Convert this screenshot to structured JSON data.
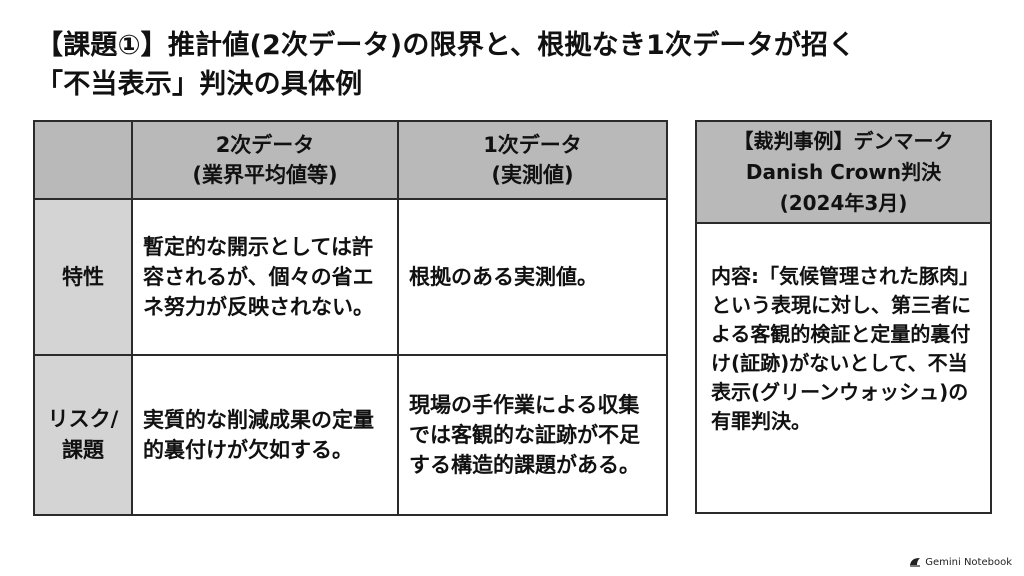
{
  "title": {
    "line1": "【課題①】推計値(2次データ)の限界と、根拠なき1次データが招く",
    "line2": "「不当表示」判決の具体例"
  },
  "table": {
    "headers": [
      {
        "line1": "2次データ",
        "line2": "(業界平均値等)"
      },
      {
        "line1": "1次データ",
        "line2": "(実測値)"
      }
    ],
    "rows": [
      {
        "label": "特性",
        "cells": [
          "暫定的な開示としては許容されるが、個々の省エネ努力が反映されない。",
          "根拠のある実測値。"
        ]
      },
      {
        "label": "リスク/課題",
        "cells": [
          "実質的な削減成果の定量的裏付けが欠如する。",
          "現場の手作業による収集では客観的な証跡が不足する構造的課題がある。"
        ]
      }
    ]
  },
  "case": {
    "head_line1": "【裁判事例】デンマーク",
    "head_line2": "Danish Crown判決",
    "head_line3": "(2024年3月)",
    "body": "内容:「気候管理された豚肉」という表現に対し、第三者による客観的検証と定量的裏付け(証跡)がないとして、不当表示(グリーンウォッシュ)の有罪判決。"
  },
  "watermark": {
    "text": "Gemini Notebook",
    "icon": "gemini-notebook-icon"
  }
}
